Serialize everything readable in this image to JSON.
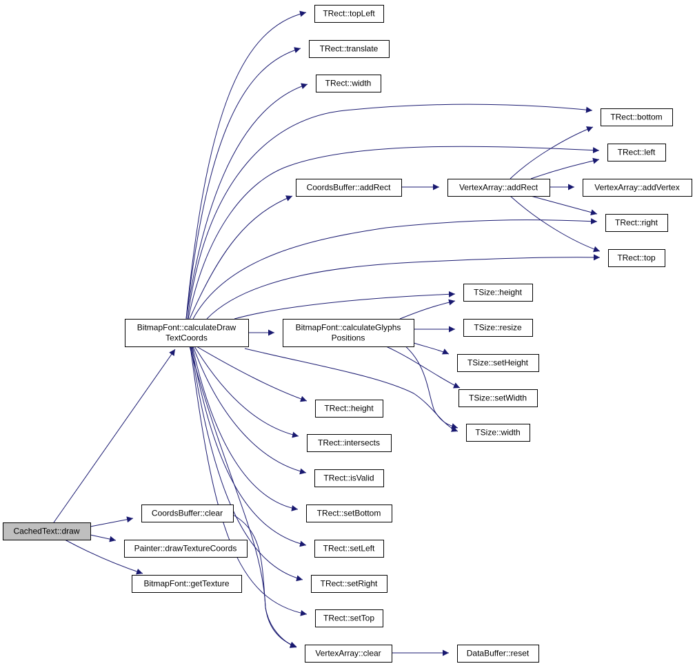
{
  "colors": {
    "edge": "#191970",
    "root_fill": "#bfbfbf",
    "node_fill": "#ffffff"
  },
  "nodes": [
    {
      "id": "root",
      "lines": [
        "CachedText::draw"
      ]
    },
    {
      "id": "calc",
      "lines": [
        "BitmapFont::calculateDraw",
        "TextCoords"
      ]
    },
    {
      "id": "cbclear",
      "lines": [
        "CoordsBuffer::clear"
      ]
    },
    {
      "id": "painter",
      "lines": [
        "Painter::drawTextureCoords"
      ]
    },
    {
      "id": "gettex",
      "lines": [
        "BitmapFont::getTexture"
      ]
    },
    {
      "id": "topleft",
      "lines": [
        "TRect::topLeft"
      ]
    },
    {
      "id": "translate",
      "lines": [
        "TRect::translate"
      ]
    },
    {
      "id": "rwidth",
      "lines": [
        "TRect::width"
      ]
    },
    {
      "id": "bottom",
      "lines": [
        "TRect::bottom"
      ]
    },
    {
      "id": "left",
      "lines": [
        "TRect::left"
      ]
    },
    {
      "id": "cbadd",
      "lines": [
        "CoordsBuffer::addRect"
      ]
    },
    {
      "id": "vaadd",
      "lines": [
        "VertexArray::addRect"
      ]
    },
    {
      "id": "vaaddv",
      "lines": [
        "VertexArray::addVertex"
      ]
    },
    {
      "id": "right",
      "lines": [
        "TRect::right"
      ]
    },
    {
      "id": "top",
      "lines": [
        "TRect::top"
      ]
    },
    {
      "id": "sheight",
      "lines": [
        "TSize::height"
      ]
    },
    {
      "id": "glyphs",
      "lines": [
        "BitmapFont::calculateGlyphs",
        "Positions"
      ]
    },
    {
      "id": "resize",
      "lines": [
        "TSize::resize"
      ]
    },
    {
      "id": "setheight",
      "lines": [
        "TSize::setHeight"
      ]
    },
    {
      "id": "setwidth",
      "lines": [
        "TSize::setWidth"
      ]
    },
    {
      "id": "swidth",
      "lines": [
        "TSize::width"
      ]
    },
    {
      "id": "rheight",
      "lines": [
        "TRect::height"
      ]
    },
    {
      "id": "intersects",
      "lines": [
        "TRect::intersects"
      ]
    },
    {
      "id": "isvalid",
      "lines": [
        "TRect::isValid"
      ]
    },
    {
      "id": "setbottom",
      "lines": [
        "TRect::setBottom"
      ]
    },
    {
      "id": "setleft",
      "lines": [
        "TRect::setLeft"
      ]
    },
    {
      "id": "setright",
      "lines": [
        "TRect::setRight"
      ]
    },
    {
      "id": "settop",
      "lines": [
        "TRect::setTop"
      ]
    },
    {
      "id": "vaclear",
      "lines": [
        "VertexArray::clear"
      ]
    },
    {
      "id": "dbreset",
      "lines": [
        "DataBuffer::reset"
      ]
    }
  ],
  "edges": [
    [
      "root",
      "calc"
    ],
    [
      "root",
      "cbclear"
    ],
    [
      "root",
      "painter"
    ],
    [
      "root",
      "gettex"
    ],
    [
      "calc",
      "topleft"
    ],
    [
      "calc",
      "translate"
    ],
    [
      "calc",
      "rwidth"
    ],
    [
      "calc",
      "bottom"
    ],
    [
      "calc",
      "left"
    ],
    [
      "calc",
      "cbadd"
    ],
    [
      "calc",
      "right"
    ],
    [
      "calc",
      "top"
    ],
    [
      "calc",
      "sheight"
    ],
    [
      "calc",
      "glyphs"
    ],
    [
      "calc",
      "swidth"
    ],
    [
      "calc",
      "rheight"
    ],
    [
      "calc",
      "intersects"
    ],
    [
      "calc",
      "isvalid"
    ],
    [
      "calc",
      "setbottom"
    ],
    [
      "calc",
      "setleft"
    ],
    [
      "calc",
      "setright"
    ],
    [
      "calc",
      "settop"
    ],
    [
      "calc",
      "vaclear"
    ],
    [
      "cbclear",
      "vaclear"
    ],
    [
      "cbadd",
      "vaadd"
    ],
    [
      "vaadd",
      "bottom"
    ],
    [
      "vaadd",
      "left"
    ],
    [
      "vaadd",
      "vaaddv"
    ],
    [
      "vaadd",
      "right"
    ],
    [
      "vaadd",
      "top"
    ],
    [
      "glyphs",
      "sheight"
    ],
    [
      "glyphs",
      "resize"
    ],
    [
      "glyphs",
      "setheight"
    ],
    [
      "glyphs",
      "setwidth"
    ],
    [
      "glyphs",
      "swidth"
    ],
    [
      "vaclear",
      "dbreset"
    ]
  ]
}
